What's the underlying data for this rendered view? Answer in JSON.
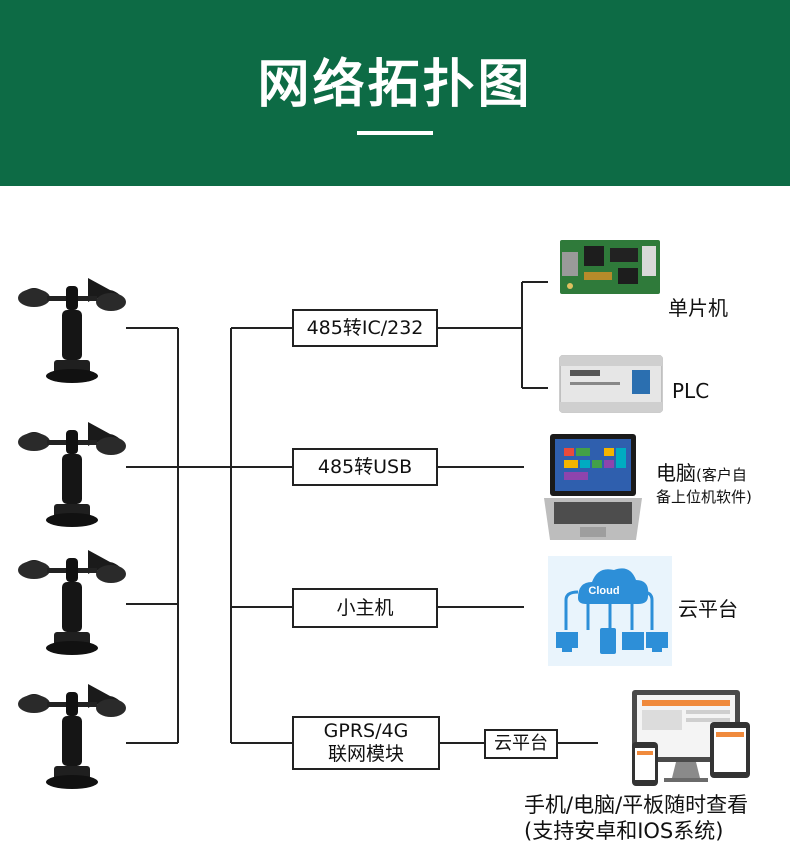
{
  "header": {
    "title": "网络拓扑图"
  },
  "sensors": [
    "anemometer",
    "anemometer",
    "anemometer",
    "anemometer"
  ],
  "converters": {
    "rs232": "485转IC/232",
    "usb": "485转USB",
    "host": "小主机",
    "gprs_line1": "GPRS/4G",
    "gprs_line2": "联网模块",
    "cloud_link": "云平台"
  },
  "devices": {
    "mcu": "单片机",
    "plc": "PLC",
    "pc_main": "电脑",
    "pc_note1": "(客户自",
    "pc_note2": "备上位机软件)",
    "cloud": "云平台",
    "cloud_icon_text": "Cloud",
    "mobile_line1": "手机/电脑/平板随时查看",
    "mobile_line2": "(支持安卓和IOS系统)"
  },
  "colors": {
    "header_bg": "#0d6b45",
    "cloud_blue": "#2d8fd8"
  }
}
